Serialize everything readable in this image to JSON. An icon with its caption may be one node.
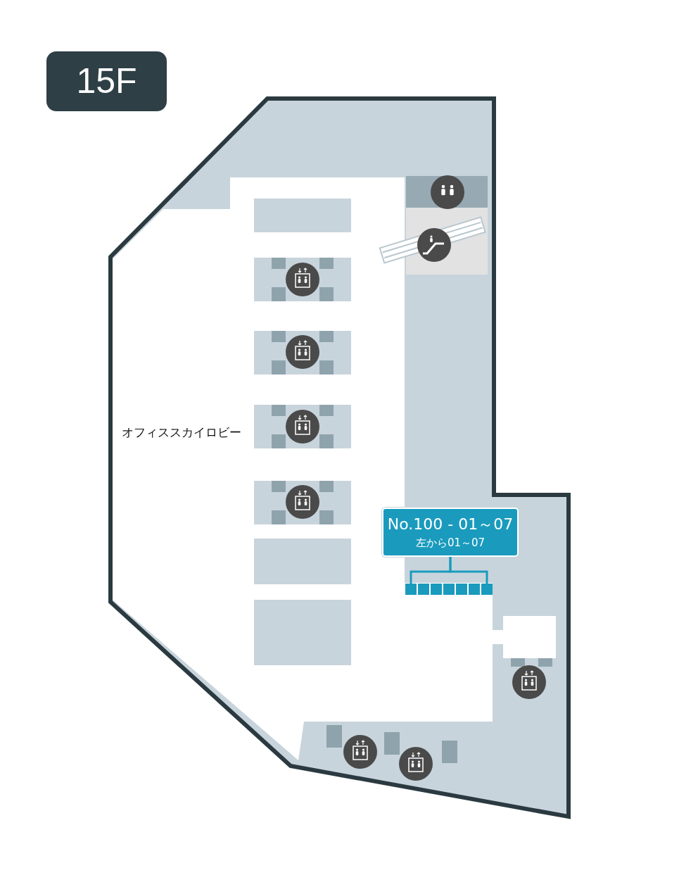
{
  "diagram": {
    "title": "15F",
    "nodes": [
      {
        "text": [
          "No.100 - 01～07",
          "左から01～07"
        ]
      },
      {
        "text": [],
        "shape": "box"
      },
      {
        "text": [],
        "shape": "box"
      },
      {
        "text": [],
        "shape": "box"
      },
      {
        "text": [],
        "shape": "box"
      },
      {
        "text": [],
        "shape": "box"
      },
      {
        "text": [],
        "shape": "box"
      },
      {
        "text": [],
        "shape": "box"
      }
    ],
    "edges": [
      {
        "from": 0,
        "to": 1,
        "arrow": "none"
      },
      {
        "from": 0,
        "to": 7,
        "arrow": "none"
      }
    ],
    "labels": [
      "オフィススカイロビー"
    ]
  }
}
